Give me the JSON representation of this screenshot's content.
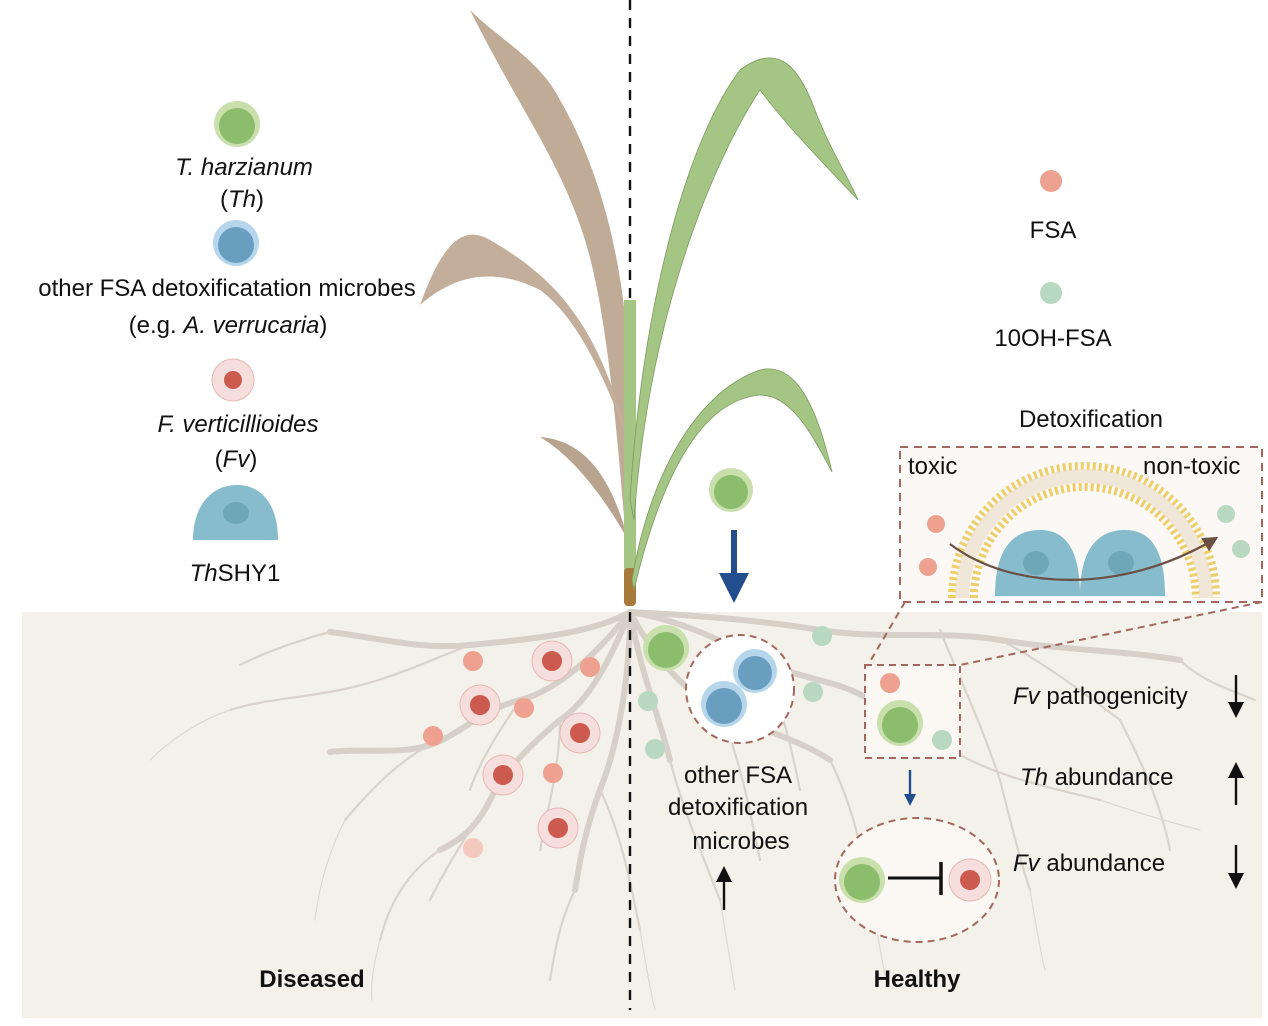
{
  "legend_left": {
    "th_name": "T. harzianum",
    "th_abbr": "Th",
    "other_line1": "other FSA detoxificatation microbes",
    "other_eg_prefix": "(e.g. ",
    "other_eg_species": "A. verrucaria",
    "other_eg_suffix": ")",
    "fv_name": "F. verticillioides",
    "fv_abbr": "Fv",
    "shy_prefix": "Th",
    "shy_suffix": "SHY1"
  },
  "legend_right": {
    "fsa": "FSA",
    "oh_fsa": "10OH-FSA"
  },
  "detox": {
    "title": "Detoxification",
    "toxic": "toxic",
    "non_toxic": "non-toxic"
  },
  "center": {
    "line1": "other FSA",
    "line2": "detoxification",
    "line3": "microbes",
    "trend": "up"
  },
  "effects": [
    {
      "italic": "Fv",
      "text": " pathogenicity",
      "trend": "down"
    },
    {
      "italic": "Th",
      "text": " abundance",
      "trend": "up"
    },
    {
      "italic": "Fv",
      "text": " abundance",
      "trend": "down"
    }
  ],
  "sides": {
    "left": "Diseased",
    "right": "Healthy"
  },
  "colors": {
    "soil": "#f4f1ea",
    "root": "#d6d0c8",
    "th_green": "#8bbd6d",
    "th_ring": "#c9e0ad",
    "blue": "#6a9ebf",
    "blue_ring": "#b6d6ec",
    "fv_red": "#cc5a4e",
    "fv_ring": "#f6dedc",
    "fsa_dot": "#eea190",
    "oh_dot": "#b9d8c2",
    "shy": "#86bccb",
    "arrow_blue": "#234e8e",
    "dash_red": "#a0685e",
    "dead_leaf": "#bfab96",
    "live_leaf": "#a5c585"
  }
}
